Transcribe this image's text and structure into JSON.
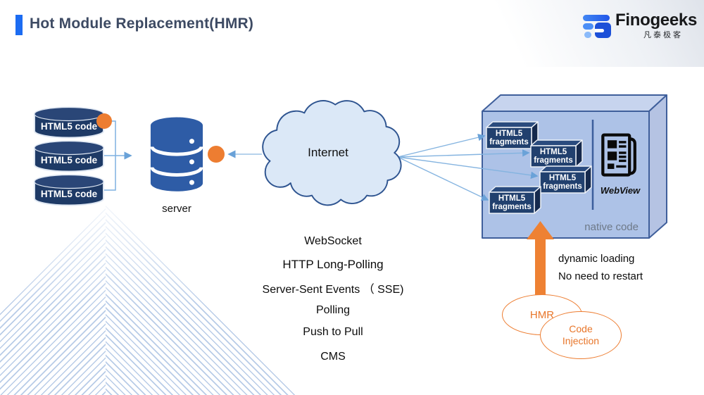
{
  "slide": {
    "title": "Hot Module Replacement(HMR)"
  },
  "logo": {
    "brand": "Finogeeks",
    "brand_cn": "凡泰极客"
  },
  "source_stack": {
    "cylinders": [
      {
        "label": "HTML5 code"
      },
      {
        "label": "HTML5 code"
      },
      {
        "label": "HTML5 code"
      }
    ],
    "server_label": "server"
  },
  "cloud": {
    "label": "Internet"
  },
  "device": {
    "fragments": [
      {
        "line1": "HTML5",
        "line2": "fragments"
      },
      {
        "line1": "HTML5",
        "line2": "fragments"
      },
      {
        "line1": "HTML5",
        "line2": "fragments"
      },
      {
        "line1": "HTML5",
        "line2": "fragments"
      }
    ],
    "webview_label": "WebView",
    "native_code_label": "native code"
  },
  "transports": [
    "WebSocket",
    "HTTP Long-Polling",
    "Server-Sent Events （ SSE)",
    "Polling",
    "Push to Pull",
    "CMS"
  ],
  "hmr": {
    "bubble": "HMR",
    "bubble2_line1": "Code",
    "bubble2_line2": "Injection",
    "note1": "dynamic loading",
    "note2": "No need to restart"
  },
  "colors": {
    "accent_blue": "#1c6cf2",
    "title_text": "#3d4a63",
    "cylinder_navy": "#1e3a66",
    "db_blue": "#2e5ca6",
    "cloud_fill": "#dbe8f7",
    "cloud_stroke": "#2e5490",
    "box_fill": "#adc2e7",
    "box_stroke": "#3f5f9b",
    "orange": "#ed7d31",
    "connector_blue": "#7fb0e0",
    "native_code_text": "#6e7988"
  }
}
